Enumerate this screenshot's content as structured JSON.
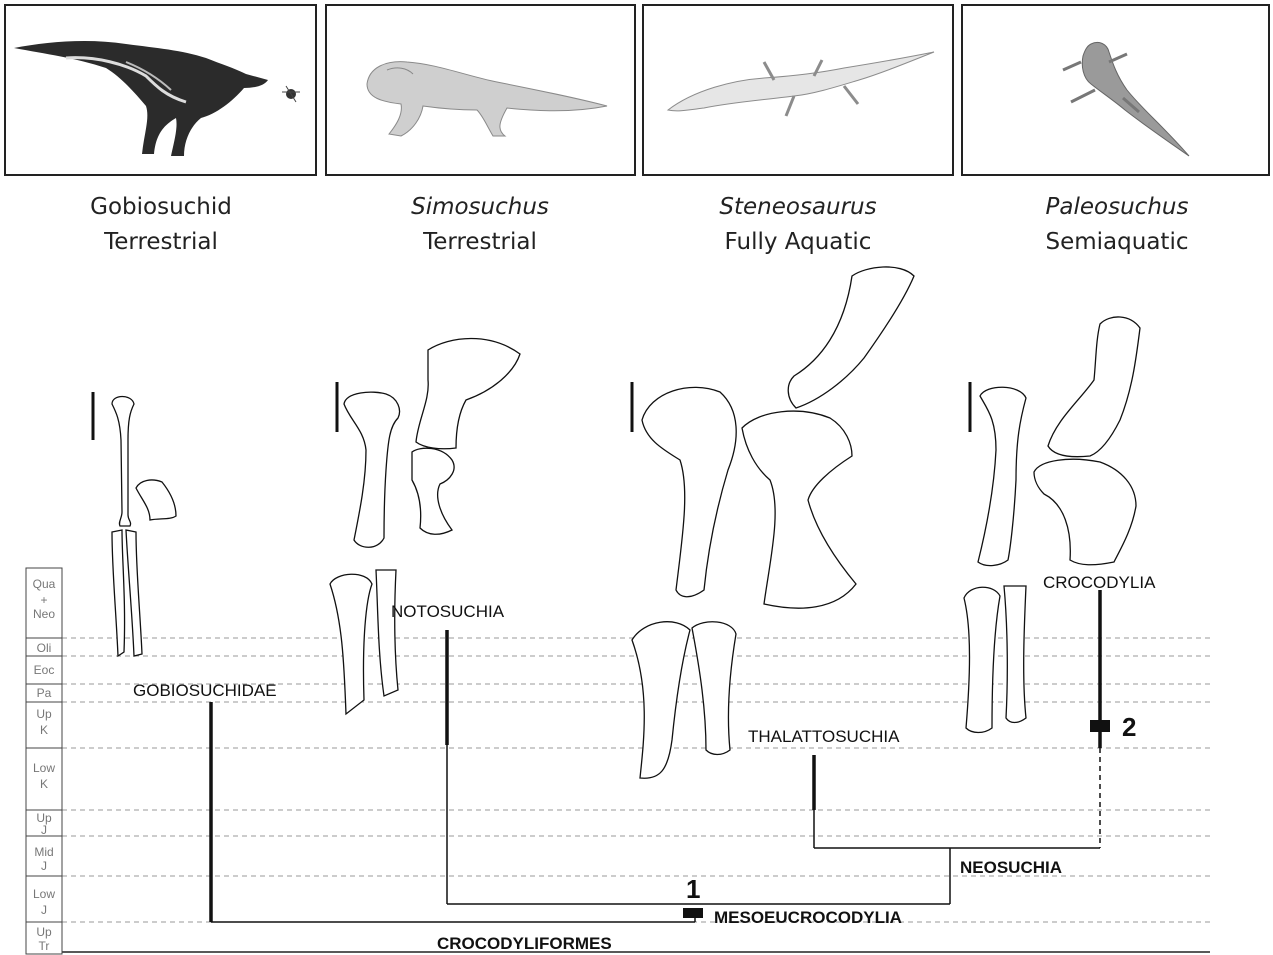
{
  "taxa": [
    {
      "name": "Gobiosuchid",
      "habitat": "Terrestrial"
    },
    {
      "name": "Simosuchus",
      "habitat": "Terrestrial"
    },
    {
      "name": "Steneosaurus",
      "habitat": "Fully Aquatic"
    },
    {
      "name": "Paleosuchus",
      "habitat": "Semiaquatic"
    }
  ],
  "timescale": [
    {
      "line1": "Qua",
      "line2": "+",
      "line3": "Neo"
    },
    {
      "line1": "Oli"
    },
    {
      "line1": "Eoc"
    },
    {
      "line1": "Pa"
    },
    {
      "line1": "Up",
      "line2": "K"
    },
    {
      "line1": "Low",
      "line2": "K"
    },
    {
      "line1": "Up",
      "line2": "J"
    },
    {
      "line1": "Mid",
      "line2": "J"
    },
    {
      "line1": "Low",
      "line2": "J"
    },
    {
      "line1": "Up",
      "line2": "Tr"
    }
  ],
  "clades": {
    "gobiosuchidae": "GOBIOSUCHIDAE",
    "notosuchia": "NOTOSUCHIA",
    "thalattosuchia": "THALATTOSUCHIA",
    "crocodylia": "CROCODYLIA",
    "neosuchia": "NEOSUCHIA",
    "mesoeucrocodylia": "MESOEUCROCODYLIA",
    "crocodyliformes": "CROCODYLIFORMES"
  },
  "nodes": {
    "node1": "1",
    "node2": "2"
  }
}
